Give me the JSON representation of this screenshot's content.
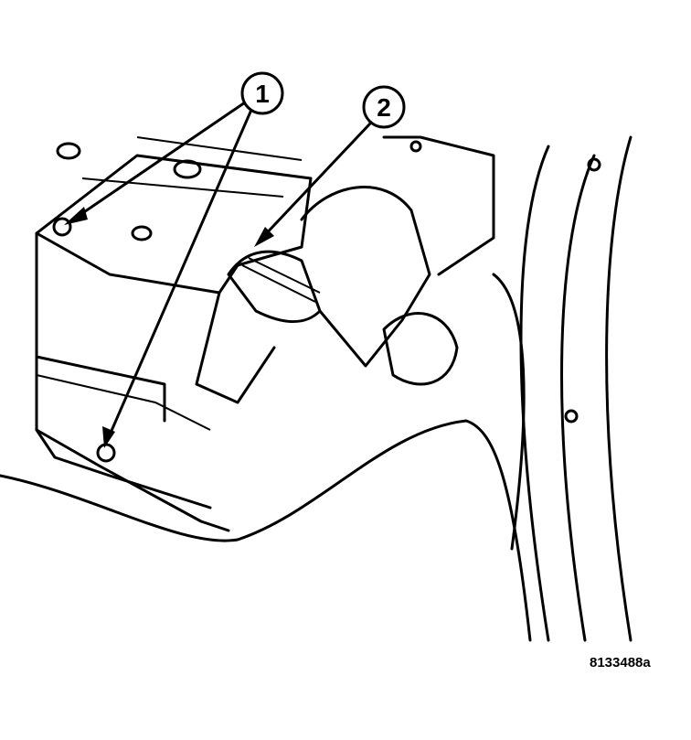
{
  "callouts": [
    {
      "label": "1"
    },
    {
      "label": "2"
    }
  ],
  "figure_id": "8133488a"
}
